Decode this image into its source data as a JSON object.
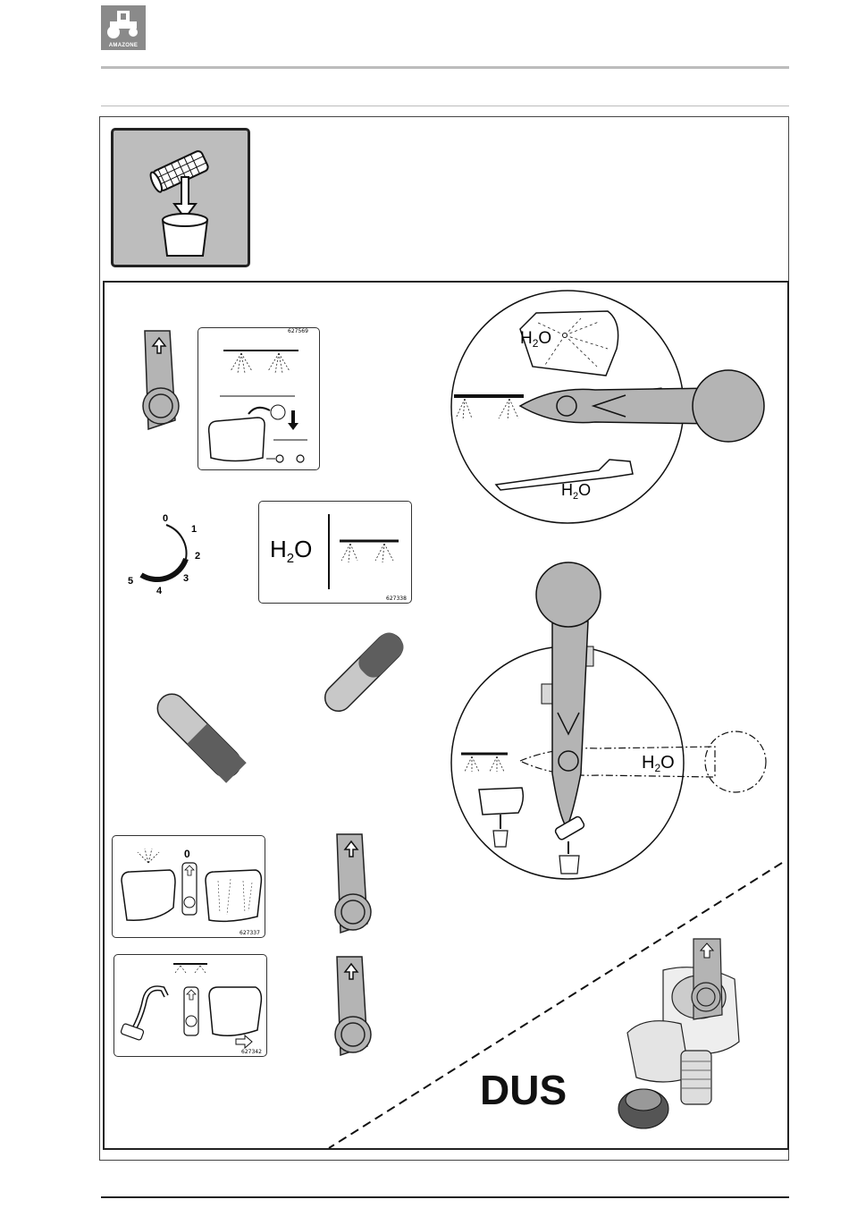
{
  "header": {
    "logo_text": "AMAZONE"
  },
  "symbols": {
    "water": "H",
    "water_sub": "2",
    "water_tail": "O"
  },
  "dial": {
    "positions": [
      "0",
      "1",
      "2",
      "3",
      "4",
      "5"
    ]
  },
  "panel_codes": {
    "nozzle_panel": "627569",
    "water_panel": "627338",
    "tank_panel": "627337",
    "hose_panel": "627342"
  },
  "tank_panel": {
    "setting": "0"
  },
  "label": {
    "dus": "DUS"
  },
  "colors": {
    "handle_grey": "#b4b4b4",
    "band_dark": "#5e5e5e",
    "tile_bg": "#bdbdbd"
  }
}
